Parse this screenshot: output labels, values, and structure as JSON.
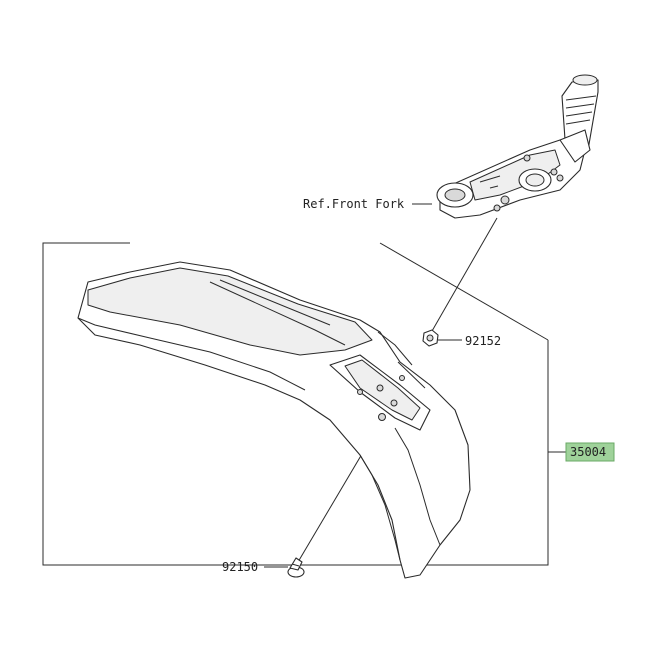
{
  "callouts": {
    "front_fork_ref": "Ref.Front Fork",
    "nut_part": "92152",
    "fender_part": "35004",
    "bolt_part": "92150"
  },
  "colors": {
    "highlight_label": "#9fd29a",
    "line": "#2b2b2b"
  }
}
